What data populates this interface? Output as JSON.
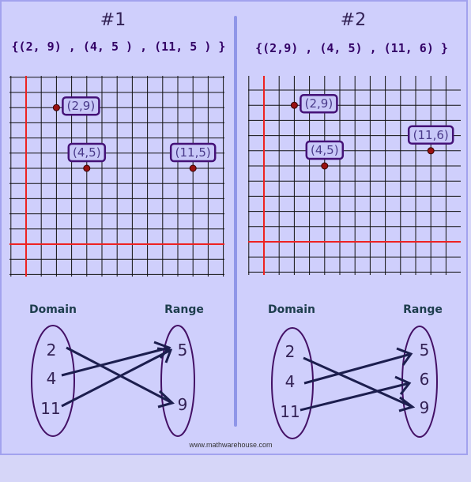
{
  "colors": {
    "background": "#cfcffc",
    "grid": "#111111",
    "axis": "#ee2222",
    "point": "#991111",
    "label_border": "#441177",
    "label_fill": "#c8c8f8",
    "divider": "#8f96e8",
    "ellipse": "#441166",
    "arrow": "#1c1e4e"
  },
  "panels": [
    {
      "title": "#1",
      "set": "{(2, 9) , (4, 5 ) , (11, 5 ) }",
      "points": [
        {
          "x": 2,
          "y": 9,
          "label": "(2,9)"
        },
        {
          "x": 4,
          "y": 5,
          "label": "(4,5)"
        },
        {
          "x": 11,
          "y": 5,
          "label": "(11,5)"
        }
      ],
      "domain_heading": "Domain",
      "range_heading": "Range",
      "domain": [
        "2",
        "4",
        "11"
      ],
      "range": [
        "5",
        "9"
      ],
      "mappings": [
        {
          "from": "2",
          "to": "9"
        },
        {
          "from": "4",
          "to": "5"
        },
        {
          "from": "11",
          "to": "5"
        }
      ]
    },
    {
      "title": "#2",
      "set": "{(2,9) , (4, 5) , (11, 6) }",
      "points": [
        {
          "x": 2,
          "y": 9,
          "label": "(2,9)"
        },
        {
          "x": 4,
          "y": 5,
          "label": "(4,5)"
        },
        {
          "x": 11,
          "y": 6,
          "label": "(11,6)"
        }
      ],
      "domain_heading": "Domain",
      "range_heading": "Range",
      "domain": [
        "2",
        "4",
        "11"
      ],
      "range": [
        "5",
        "6",
        "9"
      ],
      "mappings": [
        {
          "from": "2",
          "to": "9"
        },
        {
          "from": "4",
          "to": "5"
        },
        {
          "from": "11",
          "to": "6"
        }
      ]
    }
  ],
  "footer": "www.mathwarehouse.com"
}
